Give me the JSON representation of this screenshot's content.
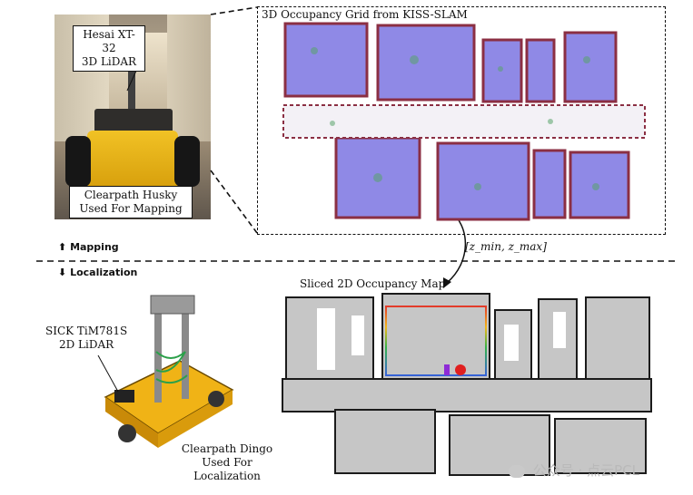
{
  "husky": {
    "lidar_label_line1": "Hesai XT-32",
    "lidar_label_line2": "3D LiDAR",
    "robot_label_line1": "Clearpath Husky",
    "robot_label_line2": "Used For Mapping"
  },
  "grid3d": {
    "title": "3D Occupancy Grid from KISS-SLAM"
  },
  "slice": {
    "range_label": "[z_min, z_max]"
  },
  "sections": {
    "mapping": "Mapping",
    "localization": "Localization"
  },
  "map2d": {
    "title": "Sliced 2D Occupancy Map"
  },
  "dingo": {
    "lidar_label_line1": "SICK TiM781S",
    "lidar_label_line2": "2D LiDAR",
    "robot_label_line1": "Clearpath Dingo",
    "robot_label_line2": "Used For Localization"
  },
  "watermark": {
    "text": "公众号 · 点云PCL"
  },
  "colors": {
    "wall": "#8b2f43",
    "floor_violet": "#8a84e4",
    "free_gray": "#c7c7c7",
    "robot_yellow": "#f0b316",
    "robot_marker": "#e01f1f"
  }
}
